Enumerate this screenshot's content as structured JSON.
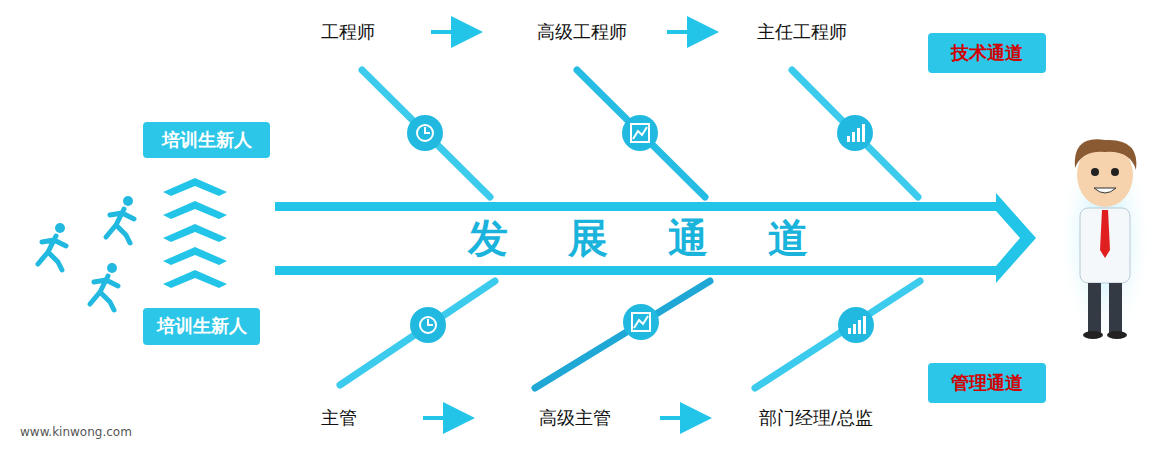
{
  "diagram": {
    "nodes": [
      {
        "text": [
          "工程师"
        ]
      },
      {
        "text": [
          "高级工程师"
        ]
      },
      {
        "text": [
          "主任工程师"
        ]
      },
      {
        "text": [
          "技术通道"
        ]
      },
      {
        "text": [
          "培训生新人"
        ]
      },
      {
        "text": [
          "发展通道"
        ]
      },
      {
        "text": [
          "培训生新人"
        ]
      },
      {
        "text": [
          "主管"
        ]
      },
      {
        "text": [
          "高级主管"
        ]
      },
      {
        "text": [
          "部门经理/总监"
        ]
      },
      {
        "text": [
          "管理通道"
        ]
      }
    ],
    "edges": [
      {
        "from": 0,
        "to": 1,
        "arrow": "to"
      },
      {
        "from": 1,
        "to": 2,
        "arrow": "to"
      },
      {
        "from": 7,
        "to": 8,
        "arrow": "to"
      },
      {
        "from": 8,
        "to": 9,
        "arrow": "to"
      }
    ],
    "labels": [
      "www.kinwong.com"
    ]
  }
}
